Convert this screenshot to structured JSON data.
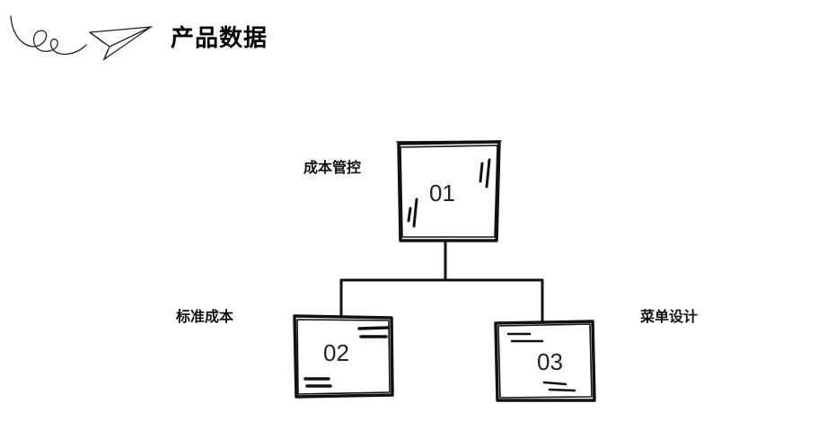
{
  "header": {
    "title": "产品数据"
  },
  "diagram": {
    "root": {
      "number": "01",
      "label": "成本管控"
    },
    "left": {
      "number": "02",
      "label": "标准成本"
    },
    "right": {
      "number": "03",
      "label": "菜单设计"
    }
  }
}
